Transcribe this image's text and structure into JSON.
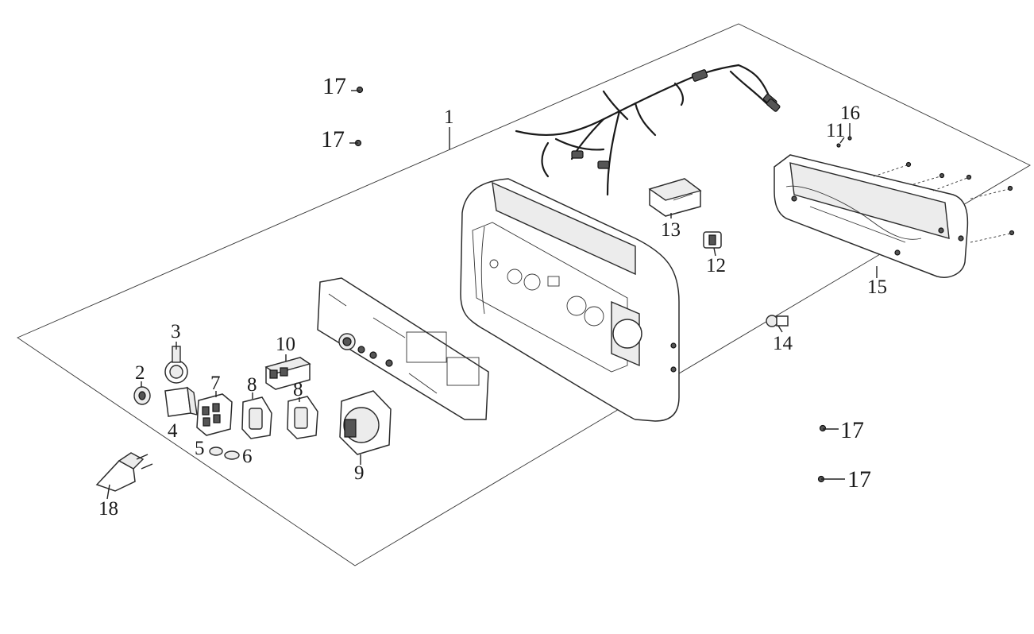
{
  "callouts": {
    "c1": "1",
    "c2": "2",
    "c3": "3",
    "c4": "4",
    "c5": "5",
    "c6": "6",
    "c7": "7",
    "c8a": "8",
    "c8b": "8",
    "c9": "9",
    "c10": "10",
    "c11": "11",
    "c12": "12",
    "c13": "13",
    "c14": "14",
    "c15": "15",
    "c16": "16",
    "c17a": "17",
    "c17b": "17",
    "c17c": "17",
    "c17d": "17",
    "c18": "18"
  }
}
